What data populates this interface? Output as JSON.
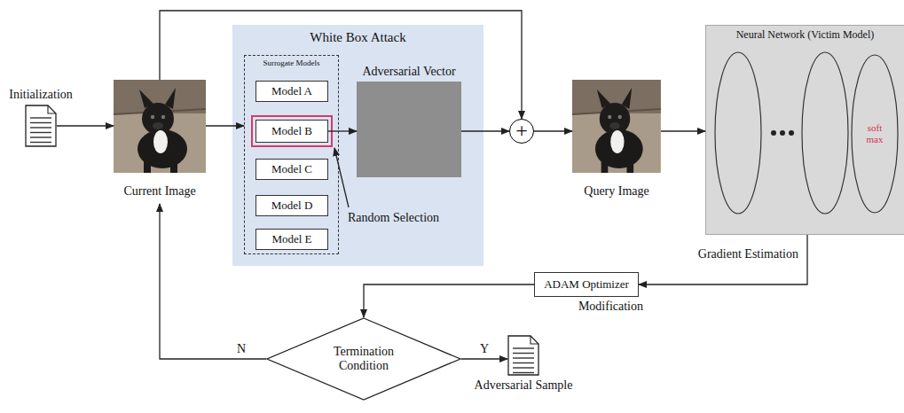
{
  "diagram": {
    "nodes": [
      {
        "text": [
          "Initialization"
        ]
      },
      {
        "text": [
          "Current Image"
        ]
      },
      {
        "text": [
          "White Box Attack"
        ]
      },
      {
        "text": [
          "Surrogate Models"
        ],
        "in": 2
      },
      {
        "text": [
          "Model A"
        ],
        "in": 3
      },
      {
        "text": [
          "Model B"
        ],
        "in": 3
      },
      {
        "text": [
          "Model C"
        ],
        "in": 3
      },
      {
        "text": [
          "Model D"
        ],
        "in": 3
      },
      {
        "text": [
          "Model E"
        ],
        "in": 3
      },
      {
        "text": [
          "Adversarial Vector"
        ],
        "in": 2
      },
      {
        "text": [
          "+"
        ]
      },
      {
        "text": [
          "Query Image"
        ]
      },
      {
        "text": [
          "Neural Network (Victim Model)"
        ]
      },
      {
        "text": [
          "soft max"
        ],
        "in": 12
      },
      {
        "text": [
          "ADAM Optimizer",
          "Modification"
        ]
      },
      {
        "text": [
          "Termination Condition"
        ]
      },
      {
        "text": [
          "Adversarial Sample"
        ]
      }
    ],
    "edges": [
      {
        "from": 0,
        "to": 1,
        "arrow": "to"
      },
      {
        "from": 1,
        "to": 3,
        "arrow": "to"
      },
      {
        "from": 5,
        "to": 9,
        "arrow": "to"
      },
      {
        "from": 9,
        "to": 10,
        "arrow": "to"
      },
      {
        "from": 1,
        "to": 10,
        "arrow": "to"
      },
      {
        "from": 10,
        "to": 11,
        "arrow": "to"
      },
      {
        "from": 11,
        "to": 12,
        "arrow": "to"
      },
      {
        "from": 12,
        "to": 14,
        "label": "Gradient Estimation",
        "arrow": "to"
      },
      {
        "from": 14,
        "to": 15,
        "arrow": "to"
      },
      {
        "from": 15,
        "to": 16,
        "label": "Y",
        "arrow": "to"
      },
      {
        "from": 15,
        "to": 1,
        "label": "N",
        "arrow": "to"
      }
    ],
    "labels": [
      "Random Selection"
    ]
  }
}
